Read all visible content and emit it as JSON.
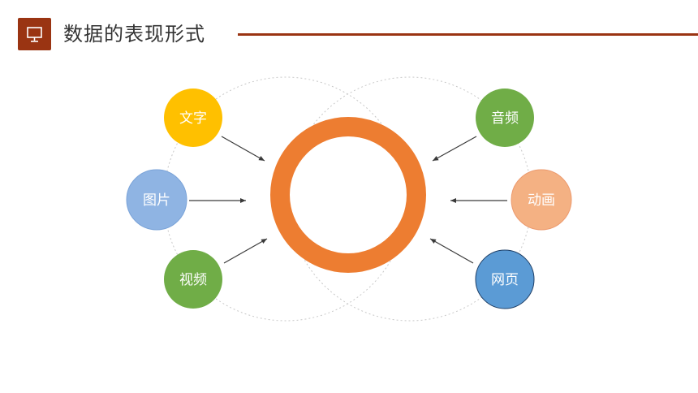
{
  "title": "数据的表现形式",
  "colors": {
    "accent": "#9a3412",
    "ring": "#ed7d31",
    "arrow": "#3a3a3a",
    "guide": "#c8c8c8"
  },
  "center_icon": "presentation-board-icon",
  "nodes": [
    {
      "id": "text",
      "label": "文字",
      "color": "#ffc000"
    },
    {
      "id": "image",
      "label": "图片",
      "color": "#8fb4e3"
    },
    {
      "id": "video",
      "label": "视频",
      "color": "#70ad47"
    },
    {
      "id": "audio",
      "label": "音频",
      "color": "#70ad47"
    },
    {
      "id": "anim",
      "label": "动画",
      "color": "#f4b183"
    },
    {
      "id": "web",
      "label": "网页",
      "color": "#5b9bd5"
    }
  ]
}
